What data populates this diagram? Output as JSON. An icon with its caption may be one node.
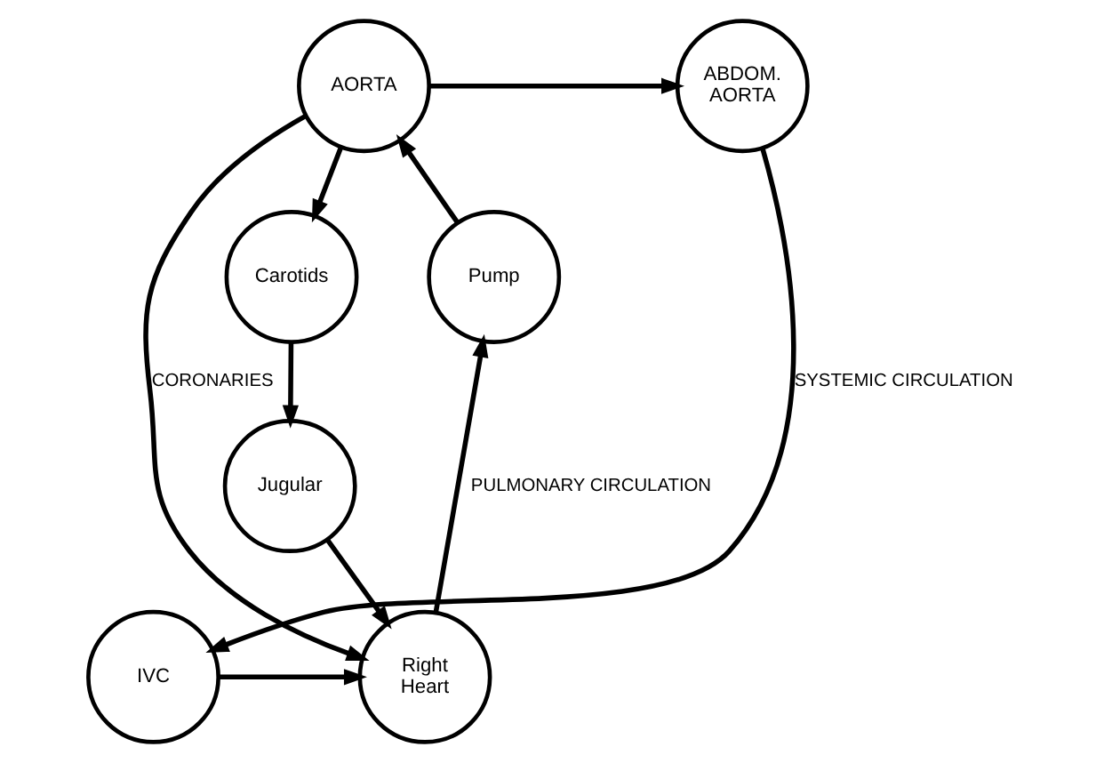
{
  "diagram": {
    "nodes": [
      {
        "text": [
          "AORTA"
        ]
      },
      {
        "text": [
          "ABDOM. AORTA"
        ]
      },
      {
        "text": [
          "Carotids"
        ]
      },
      {
        "text": [
          "Pump"
        ]
      },
      {
        "text": [
          "Jugular"
        ]
      },
      {
        "text": [
          "Right Heart"
        ]
      },
      {
        "text": [
          "IVC"
        ]
      }
    ],
    "edges": [
      {
        "from": 0,
        "to": 2,
        "arrow": "to"
      },
      {
        "from": 0,
        "to": 1,
        "arrow": "to"
      },
      {
        "from": 1,
        "to": 6,
        "arrow": "to",
        "label": "SYSTEMIC CIRCULATION"
      },
      {
        "from": 2,
        "to": 4,
        "arrow": "to"
      },
      {
        "from": 0,
        "to": 5,
        "arrow": "to",
        "label": "CORONARIES"
      },
      {
        "from": 6,
        "to": 5,
        "arrow": "to"
      },
      {
        "from": 4,
        "to": 5,
        "arrow": "to"
      },
      {
        "from": 5,
        "to": 3,
        "arrow": "to",
        "label": "PULMONARY CIRCULATION"
      },
      {
        "from": 3,
        "to": 0,
        "arrow": "to"
      }
    ]
  }
}
